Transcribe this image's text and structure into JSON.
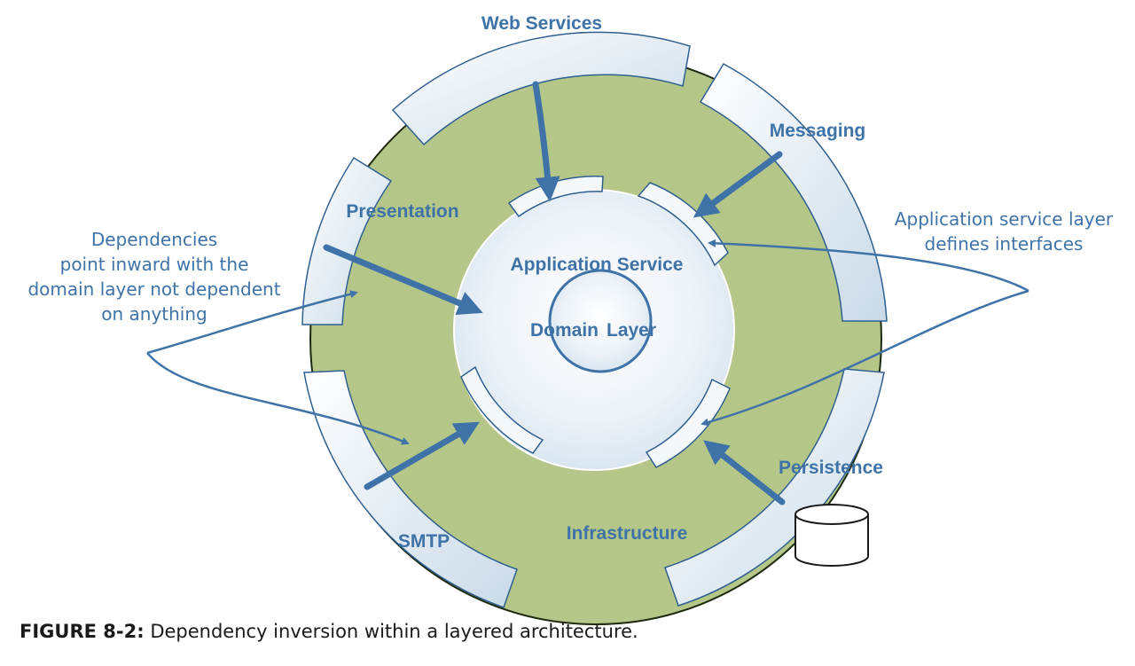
{
  "labels": {
    "web_services": "Web Services",
    "messaging": "Messaging",
    "presentation": "Presentation",
    "application_service": "Application Service",
    "domain": "Domain",
    "layer": "Layer",
    "persistence": "Persistence",
    "smtp": "SMTP",
    "infrastructure": "Infrastructure"
  },
  "notes": {
    "left": [
      "Dependencies",
      "point inward with the",
      "domain layer not dependent",
      "on anything"
    ],
    "right": [
      "Application service layer",
      "defines interfaces"
    ]
  },
  "caption": {
    "number": "FIGURE 8-2:",
    "text": "Dependency inversion within a layered architecture."
  },
  "colors": {
    "infrastructure_ring": "#b5c788",
    "accent_blue": "#3f73a8",
    "inner_gradient_edge": "#d4e2ee",
    "caption_text": "#1a1a1a"
  },
  "icons": [
    "database-cylinder-icon",
    "arrow-icon"
  ]
}
